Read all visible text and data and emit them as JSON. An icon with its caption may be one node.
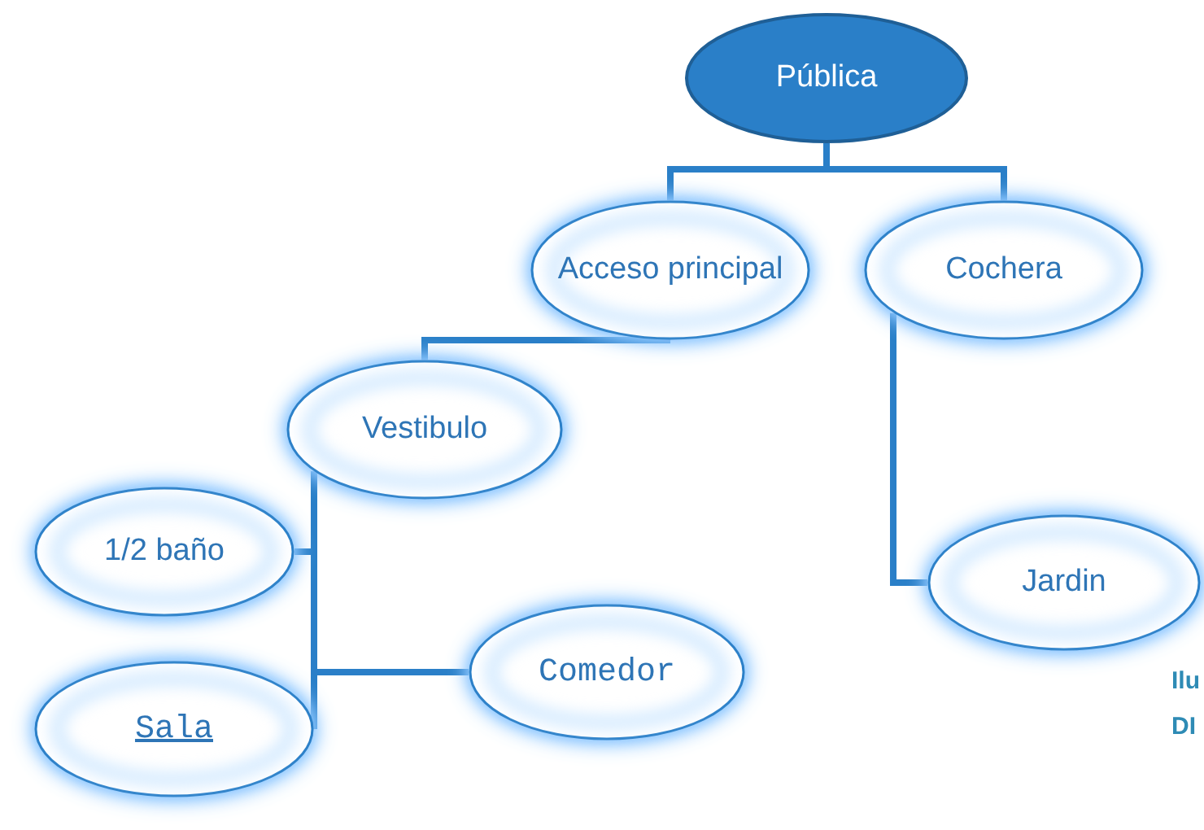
{
  "diagram": {
    "nodes": [
      {
        "text": [
          "Pública"
        ]
      },
      {
        "text": [
          "Acceso principal"
        ]
      },
      {
        "text": [
          "Cochera"
        ]
      },
      {
        "text": [
          "Vestibulo"
        ]
      },
      {
        "text": [
          "1/2 baño"
        ]
      },
      {
        "text": [
          "Sala"
        ]
      },
      {
        "text": [
          "Comedor"
        ]
      },
      {
        "text": [
          "Jardin"
        ]
      }
    ],
    "edges": [
      {
        "from": 0,
        "to": 1,
        "arrow": "none"
      },
      {
        "from": 0,
        "to": 2,
        "arrow": "none"
      },
      {
        "from": 1,
        "to": 3,
        "arrow": "none"
      },
      {
        "from": 2,
        "to": 7,
        "arrow": "none"
      },
      {
        "from": 3,
        "to": 4,
        "arrow": "none"
      },
      {
        "from": 3,
        "to": 5,
        "arrow": "none"
      },
      {
        "from": 3,
        "to": 6,
        "arrow": "none"
      }
    ],
    "labels": [
      "Ilu",
      "DI"
    ]
  }
}
